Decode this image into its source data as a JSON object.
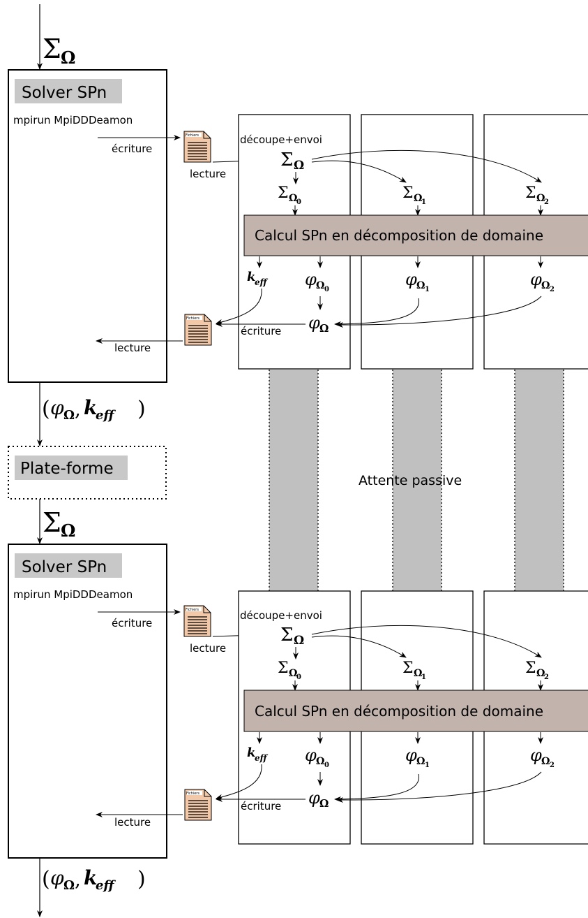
{
  "labels": {
    "solver": "Solver SPn",
    "mpirun": "mpirun MpiDDDeamon",
    "ecriture": "écriture",
    "lecture": "lecture",
    "decoupe": "découpe+envoi",
    "calcul": "Calcul SPn en décomposition de domaine",
    "fichiers": "Fichiers",
    "plateforme": "Plate-forme",
    "attente": "Attente passive"
  },
  "math": {
    "sigma": "Σ",
    "omega": "Ω",
    "phi": "φ",
    "k": "k",
    "eff": "eff",
    "sub0": "0",
    "sub1": "1",
    "sub2": "2",
    "paren_open": "(",
    "comma": ",",
    "paren_close": ")"
  },
  "colors": {
    "label_bg": "#c8c8c8",
    "calcul_bg": "#c2b4ad",
    "passive_bar": "#c0c0c0",
    "file_fill": "#f3c8a8"
  }
}
